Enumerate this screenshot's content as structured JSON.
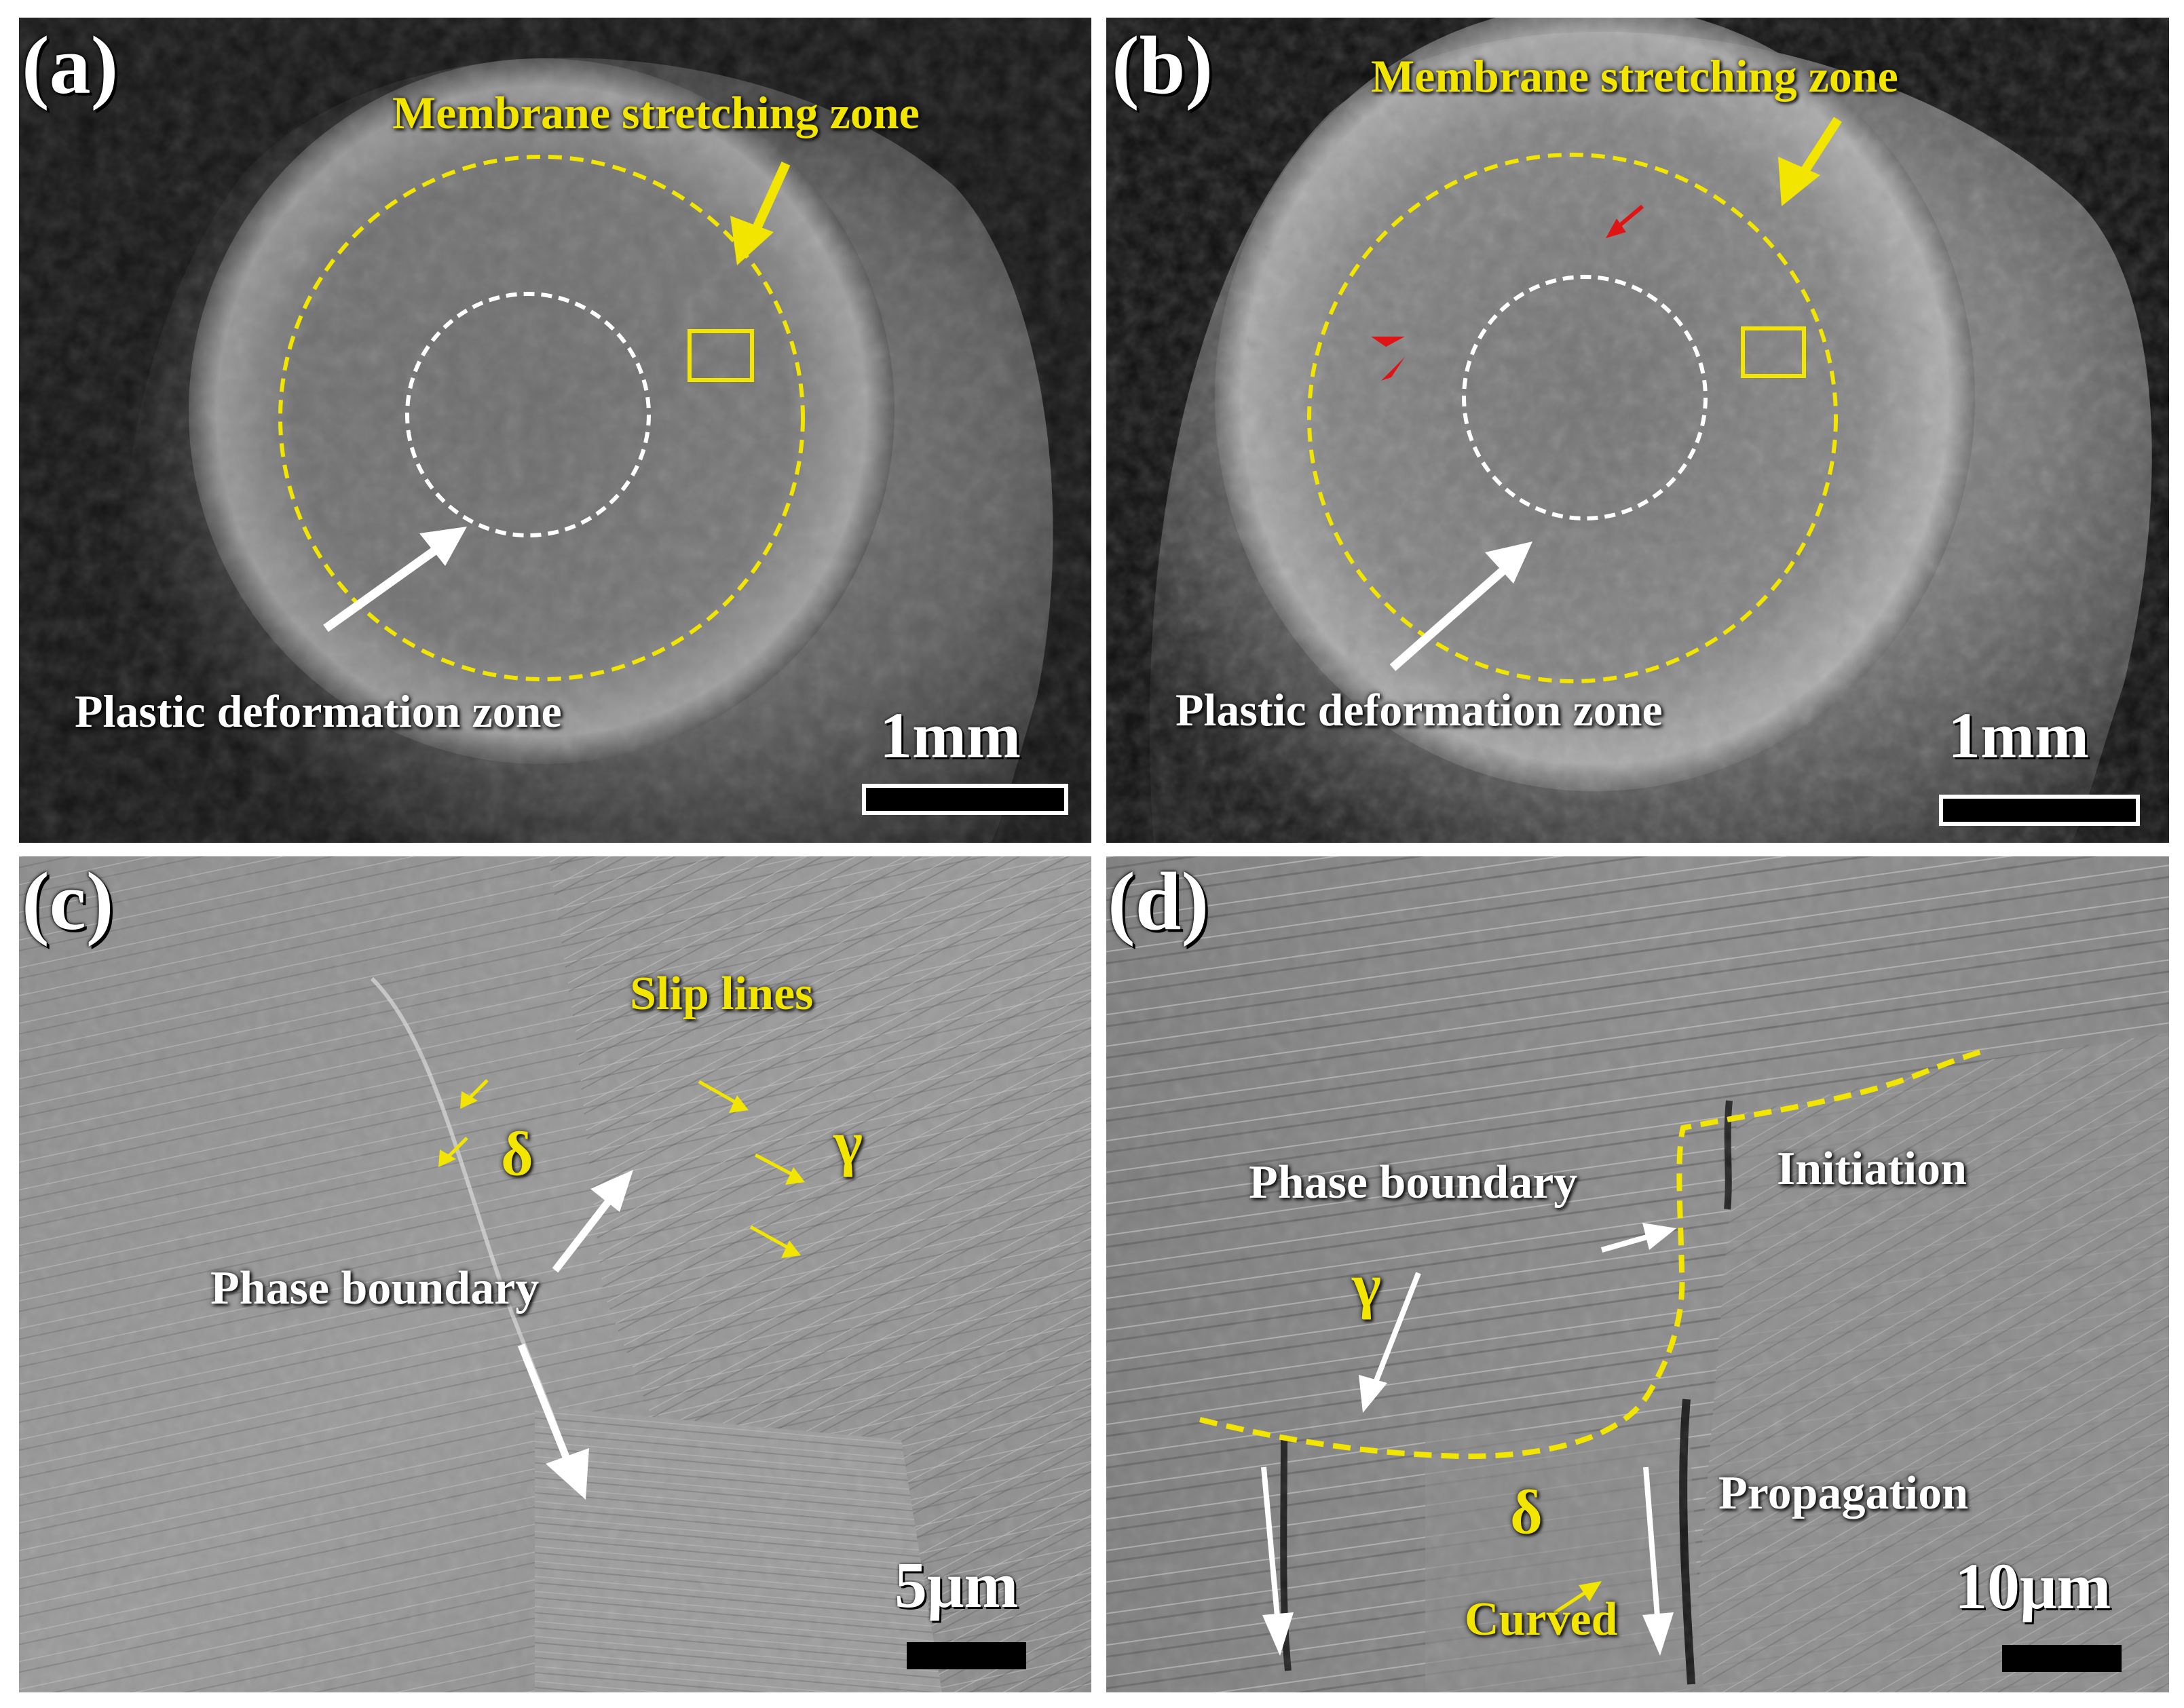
{
  "colors": {
    "annotation_yellow": "#f2e600",
    "annotation_white": "#ffffff",
    "crack_arrow_red": "#e01414"
  },
  "panels": {
    "a": {
      "label": "(a)",
      "membrane_label": "Membrane stretching zone",
      "plastic_label": "Plastic deformation zone",
      "scale_label": "1mm"
    },
    "b": {
      "label": "(b)",
      "membrane_label": "Membrane stretching zone",
      "plastic_label": "Plastic deformation zone",
      "scale_label": "1mm"
    },
    "c": {
      "label": "(c)",
      "slip_label": "Slip lines",
      "delta_label": "δ",
      "gamma_label": "γ",
      "phase_label": "Phase boundary",
      "scale_label": "5μm"
    },
    "d": {
      "label": "(d)",
      "phase_label": "Phase boundary",
      "initiation_label": "Initiation",
      "gamma_label": "γ",
      "delta_label": "δ",
      "propagation_label": "Propagation",
      "curved_label": "Curved",
      "scale_label": "10μm"
    }
  }
}
